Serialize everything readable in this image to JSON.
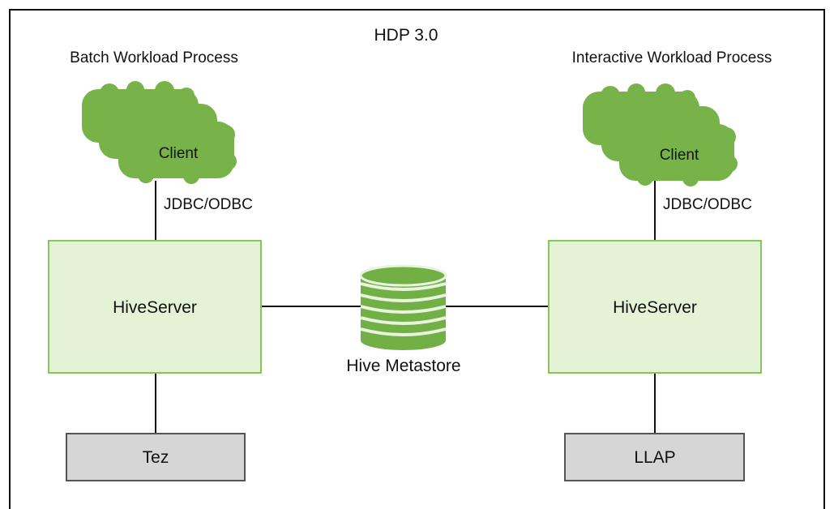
{
  "diagram": {
    "title": "HDP 3.0",
    "metastore_label": "Hive Metastore",
    "batch": {
      "heading": "Batch Workload Process",
      "client_label": "Client",
      "connector_label": "JDBC/ODBC",
      "server_label": "HiveServer",
      "engine_label": "Tez"
    },
    "interactive": {
      "heading": "Interactive Workload Process",
      "client_label": "Client",
      "connector_label": "JDBC/ODBC",
      "server_label": "HiveServer",
      "engine_label": "LLAP"
    }
  },
  "colors": {
    "client_green": "#78b34a",
    "server_fill": "#e4f2d6",
    "server_border": "#88c45a",
    "engine_fill": "#d6d6d6",
    "engine_border": "#555555",
    "metastore_green": "#72b045",
    "metastore_stripe": "#e9f4df",
    "line": "#111111"
  }
}
